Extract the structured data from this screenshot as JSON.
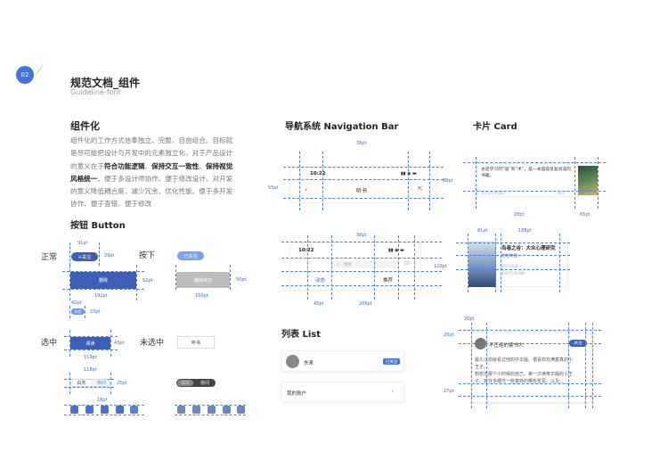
{
  "header": {
    "badge": "02",
    "title": "规范文档_组件",
    "subtitle": "Guideline-font"
  },
  "component": {
    "heading": "组件化",
    "p1": "组件化的工作方式信奉独立、完整、自由组合。目标就",
    "p2": "是尽可能把设计与开发中的元素独立化，对于产品设计",
    "p3_pre": "的意义在于",
    "p3_b1": "符合功能逻辑",
    "p3_mid": "、",
    "p3_b2": "保持交互一致性",
    "p3_mid2": "、",
    "p3_b3": "保持视觉",
    "p4_b": "风格统一",
    "p4_rest": "。便于多设计师协作、便于修改设计、对开发",
    "p5": "的意义降低耦合度、减少冗余、优化性能、便于多开发",
    "p6": "协作、便于查错、便于修改"
  },
  "buttons": {
    "heading": "按钮 Button",
    "normal": "正常",
    "pressed": "按下",
    "selected": "选中",
    "unselected": "未选中",
    "follow": "+关注",
    "followed": "已关注",
    "delete": "删除",
    "delete_done": "删除成功",
    "tag": "标签",
    "reading": "阅读",
    "listen": "听书",
    "day": "白天",
    "night": "夜间",
    "d_91": "91pt",
    "d_29": "29pt",
    "d_52": "52pt",
    "d_191": "191pt",
    "d_42": "42pt",
    "d_23": "23pt",
    "d_50": "50pt",
    "d_160": "160pt",
    "d_43": "43pt",
    "d_119": "119pt",
    "d_118": "118pt",
    "d_25": "25pt",
    "d_18": "18pt"
  },
  "nav": {
    "heading": "导航系统 Navigation Bar",
    "time": "10:22",
    "title": "听书",
    "search": "搜索",
    "tab1": "动态",
    "tab2": "推荐",
    "d_38a": "38pt",
    "d_88": "88pt",
    "d_55": "55pt",
    "d_38b": "38pt",
    "d_120": "120pt",
    "d_45": "45pt",
    "d_206": "206pt"
  },
  "card": {
    "heading": "卡片 Card",
    "text1": "总结学习的“道”和“术”，是一本值得反复阅读的书籍。",
    "date": "10 Oct 2018",
    "count": "10万",
    "d_28": "28pt",
    "d_65": "65pt",
    "d_81": "81pt",
    "d_188": "188pt",
    "book_title": "鸟巷之谷：大众心理研究",
    "book_author": "佐佐纳拉",
    "book_l1": "2万人在读 >",
    "book_l2": "4607万字/0种",
    "d_20a": "20pt",
    "d_20b": "20pt",
    "d_27": "27pt",
    "reader": "不正经的读书人",
    "follow": "关注",
    "rt1": "最久以前就看过他的中文版。很喜欢充满童真的小",
    "rt2": "王子。",
    "rt3": "想想忘那个小时候的自己。第一次读英文版的小王",
    "rt4": "子。有许多细节一些童转的哪些哲思。以及..."
  },
  "list": {
    "heading": "列表 List",
    "name": "东来",
    "follow": "已关注",
    "account": "我的账户",
    "chevron": "›"
  },
  "colors": {
    "accent": "#4472d6",
    "dim": "#3d6bd6"
  }
}
